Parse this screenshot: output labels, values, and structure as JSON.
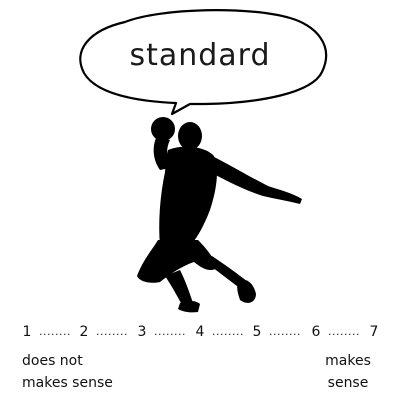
{
  "bubble": {
    "word": "standard"
  },
  "scale": {
    "points": [
      "1",
      "2",
      "3",
      "4",
      "5",
      "6",
      "7"
    ],
    "separator": "........",
    "low_anchor_line1": "does not",
    "low_anchor_line2": "makes sense",
    "high_anchor_line1": "makes",
    "high_anchor_line2": "sense"
  },
  "figure": {
    "icon": "basketball-player-dunk-silhouette-icon",
    "silhouette_color": "#000000"
  }
}
